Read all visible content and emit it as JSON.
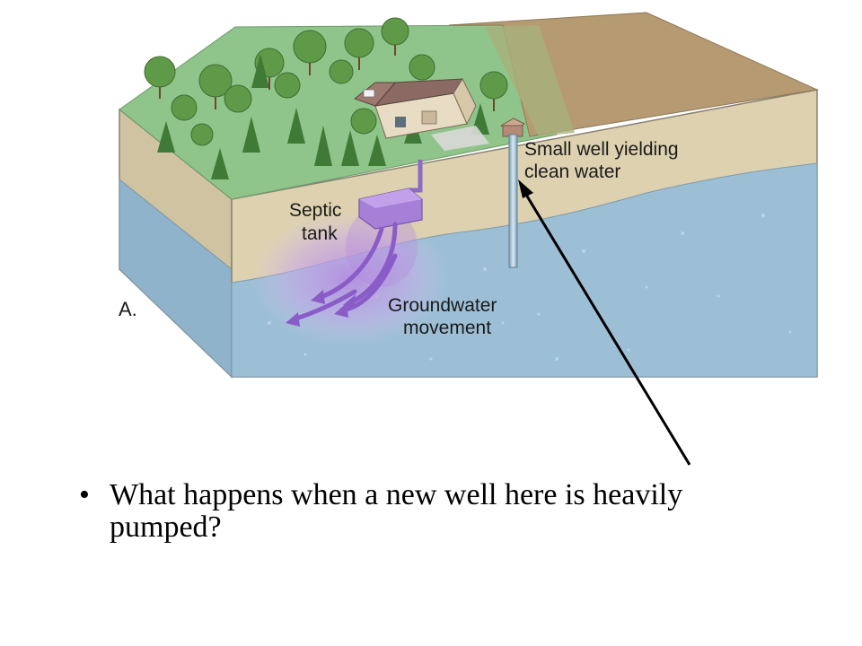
{
  "diagram": {
    "labels": {
      "well": [
        "Small well yielding",
        "clean water"
      ],
      "septic": [
        "Septic",
        "tank"
      ],
      "groundwater": [
        "Groundwater",
        "movement"
      ],
      "panel": "A."
    },
    "colors": {
      "grass": "#8fc48a",
      "dry_soil": "#b59a72",
      "sand": "#ddd1b0",
      "groundwater": "#9dbfd6",
      "plume": "#b58ae0",
      "tree": "#5f9a48",
      "roof": "#8a6a62",
      "house_wall": "#e9dcc4",
      "pointer": "#000000"
    }
  },
  "bullet": {
    "marker": "•",
    "text": "What happens when a new well here is heavily pumped?"
  }
}
